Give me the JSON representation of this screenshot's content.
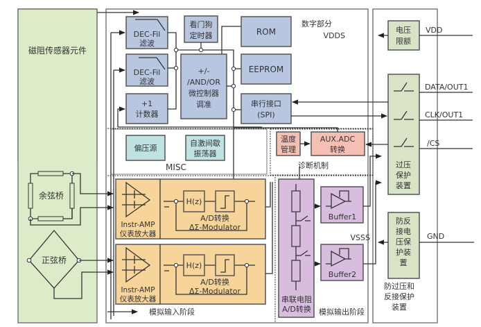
{
  "colors": {
    "sensor_bg": "#dcecc8",
    "digital_block": "#b9c6e0",
    "misc_block": "#bfe3e3",
    "diag_block": "#f5c0b4",
    "analog_in": "#f7d49a",
    "analog_out": "#d8bddf",
    "protection": "#d9e4c6"
  },
  "sensor": {
    "title": "磁阻传感器元件",
    "cosine_bridge": "余弦桥",
    "sine_bridge": "正弦桥"
  },
  "digital": {
    "section_label": "数字部分",
    "dec_fil_1": {
      "line1": "DEC-Fil",
      "line2": "滤波"
    },
    "dec_fil_2": {
      "line1": "DEC-Fil",
      "line2": "滤波"
    },
    "counter": {
      "line1": "+1",
      "line2": "计数器"
    },
    "watchdog": {
      "line1": "看门狗",
      "line2": "定时器"
    },
    "mcu": {
      "line1": "+/-",
      "line2": "/AND/OR",
      "line3": "微控制器",
      "line4": "调准"
    },
    "rom": "ROM",
    "eeprom": "EEPROM",
    "spi": {
      "line1": "串行接口",
      "line2": "(SPI)"
    }
  },
  "misc": {
    "section_label": "MISC",
    "bias": "偏压源",
    "oscillator": {
      "line1": "自激间歇",
      "line2": "振荡器"
    }
  },
  "diagnostics": {
    "section_label": "诊断机制",
    "temp": {
      "line1": "温度",
      "line2": "管理"
    },
    "aux_adc": {
      "line1": "AUX.ADC",
      "line2": "转换"
    }
  },
  "analog_input": {
    "section_label": "模拟输入阶段",
    "amp_label1": "Instr-AMP",
    "amp_label2": "仪表放大器",
    "hz": "H(z)",
    "adc_line1": "A/D转换",
    "adc_line2": "ΔΣ-Modulator"
  },
  "analog_output": {
    "section_label": "模拟输出阶段",
    "resistor_adc": {
      "line1": "串联电阻",
      "line2": "A/D转换"
    },
    "buffer1": "Buffer1",
    "buffer2": "Buffer2"
  },
  "protection": {
    "voltage_limit": {
      "line1": "电压",
      "line2": "限额"
    },
    "overvoltage": {
      "line1": "过压",
      "line2": "保护",
      "line3": "装置"
    },
    "reverse": {
      "line1": "防反",
      "line2": "接电",
      "line3": "压保",
      "line4": "护装",
      "line5": "置"
    },
    "section_label": {
      "line1": "防过压和",
      "line2": "反接保护",
      "line3": "装置"
    }
  },
  "signals": {
    "vdds": "VDDS",
    "vsss": "VSSS",
    "vdd": "VDD",
    "data": "DATA/OUT1",
    "clk": "CLK/OUT1",
    "cs": "/CS",
    "gnd": "GND"
  }
}
